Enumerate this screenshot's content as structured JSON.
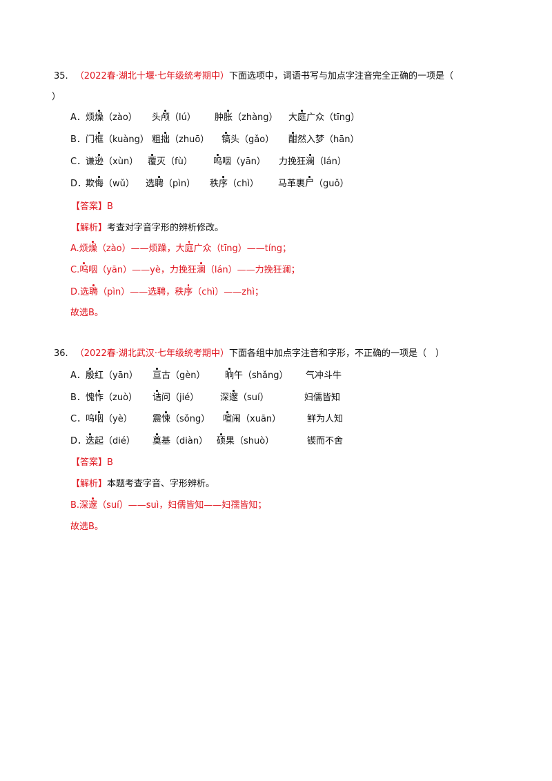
{
  "q35": {
    "number": "35.",
    "source": "（2022春·湖北十堰·七年级统考期中）",
    "stem": "下面选项中，词语书写与加点字注音完全正确的一项是（",
    "stem_end": "）",
    "options": [
      {
        "label": "A．",
        "items": [
          {
            "pre": "烦",
            "dot": "燥",
            "post": "（zào）"
          },
          {
            "pre": "头",
            "dot": "颅",
            "post": "（lú）"
          },
          {
            "pre": "肿",
            "dot": "胀",
            "post": "（zhàng）"
          },
          {
            "pre": "大",
            "dot": "庭",
            "post": "广众（tīng）"
          }
        ]
      },
      {
        "label": "B．",
        "items": [
          {
            "pre": "门",
            "dot": "框",
            "post": "（kuàng）"
          },
          {
            "pre": "粗",
            "dot": "拙",
            "post": "（zhuō）"
          },
          {
            "pre": "",
            "dot": "镐",
            "post": "头（gǎo）"
          },
          {
            "pre": "",
            "dot": "酣",
            "post": "然入梦（hān）"
          }
        ]
      },
      {
        "label": "C．",
        "items": [
          {
            "pre": "谦",
            "dot": "逊",
            "post": "（xùn）"
          },
          {
            "pre": "",
            "dot": "覆",
            "post": "灭（fù）"
          },
          {
            "pre": "",
            "dot": "呜",
            "post": "咽（yān）"
          },
          {
            "pre": "力挽狂",
            "dot": "澜",
            "post": "（lán）"
          }
        ]
      },
      {
        "label": "D．",
        "items": [
          {
            "pre": "欺",
            "dot": "侮",
            "post": "（wǔ）"
          },
          {
            "pre": "选",
            "dot": "聘",
            "post": "（pìn）"
          },
          {
            "pre": "秩",
            "dot": "序",
            "post": "（chì）"
          },
          {
            "pre": "马革裹",
            "dot": "尸",
            "post": "（guǒ）"
          }
        ]
      }
    ],
    "answer_tag": "【答案】",
    "answer": "B",
    "analysis_tag": "【解析】",
    "analysis": "考查对字音字形的辨析修改。",
    "lines": [
      {
        "pre": "A.烦",
        "dot": "燥",
        "mid": "（zào）——烦躁，大",
        "dot2": "庭",
        "post": "广众（tīng）——tíng；"
      },
      {
        "pre": "C.",
        "dot": "呜",
        "mid": "咽（yān）——yè，力挽狂",
        "dot2": "澜",
        "post": "（lán）——力挽狂澜；"
      },
      {
        "pre": "D.选",
        "dot": "聘",
        "mid": "（pìn）——选聘，秩",
        "dot2": "序",
        "post": "（chì）——zhì；"
      }
    ],
    "conclusion": "故选B。"
  },
  "q36": {
    "number": "36.",
    "source": "（2022春·湖北武汉·七年级统考期中）",
    "stem": "下面各组中加点字注音和字形，不正确的一项是（　）",
    "options": [
      {
        "label": "A．",
        "items": [
          {
            "pre": "",
            "dot": "殷",
            "post": "红（yān）"
          },
          {
            "pre": "",
            "dot": "亘",
            "post": "古（gèn）"
          },
          {
            "pre": "",
            "dot": "晌",
            "post": "午（shǎng）"
          },
          {
            "pre": "气冲斗牛",
            "dot": "",
            "post": ""
          }
        ]
      },
      {
        "label": "B．",
        "items": [
          {
            "pre": "愧",
            "dot": "怍",
            "post": "（zuò）"
          },
          {
            "pre": "",
            "dot": "诘",
            "post": "问（jié）"
          },
          {
            "pre": "深",
            "dot": "邃",
            "post": "（suí）"
          },
          {
            "pre": "妇儒皆知",
            "dot": "",
            "post": ""
          }
        ]
      },
      {
        "label": "C．",
        "items": [
          {
            "pre": "呜",
            "dot": "咽",
            "post": "（yè）"
          },
          {
            "pre": "震",
            "dot": "悚",
            "post": "（sǒng）"
          },
          {
            "pre": "",
            "dot": "喧",
            "post": "闹（xuān）"
          },
          {
            "pre": "鲜为人知",
            "dot": "",
            "post": ""
          }
        ]
      },
      {
        "label": "D．",
        "items": [
          {
            "pre": "",
            "dot": "迭",
            "post": "起（dié）"
          },
          {
            "pre": "",
            "dot": "奠",
            "post": "基（diàn）"
          },
          {
            "pre": "",
            "dot": "硕",
            "post": "果（shuò）"
          },
          {
            "pre": "锲而不舍",
            "dot": "",
            "post": ""
          }
        ]
      }
    ],
    "answer_tag": "【答案】",
    "answer": "B",
    "analysis_tag": "【解析】",
    "analysis": "本题考查字音、字形辨析。",
    "lines": [
      {
        "pre": "B.深",
        "dot": "邃",
        "mid": "（suí）——suì，妇儒皆知——妇孺皆知；",
        "dot2": "",
        "post": ""
      }
    ],
    "conclusion": "故选B。"
  }
}
